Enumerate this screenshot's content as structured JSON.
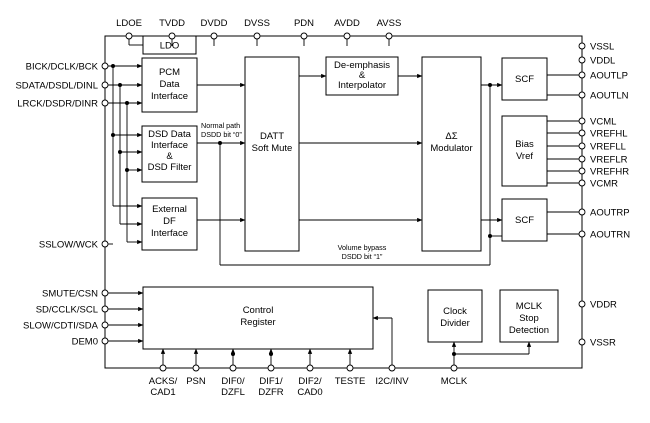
{
  "top_pins": [
    "LDOE",
    "TVDD",
    "DVDD",
    "DVSS",
    "PDN",
    "AVDD",
    "AVSS"
  ],
  "left_pins": [
    "BICK/DCLK/BCK",
    "SDATA/DSDL/DINL",
    "LRCK/DSDR/DINR",
    "SSLOW/WCK",
    "SMUTE/CSN",
    "SD/CCLK/SCL",
    "SLOW/CDTI/SDA",
    "DEM0"
  ],
  "right_pins": [
    "VSSL",
    "VDDL",
    "AOUTLP",
    "AOUTLN",
    "VCML",
    "VREFHL",
    "VREFLL",
    "VREFLR",
    "VREFHR",
    "VCMR",
    "AOUTRP",
    "AOUTRN",
    "VDDR",
    "VSSR"
  ],
  "bottom_pins": [
    {
      "l1": "ACKS/",
      "l2": "CAD1"
    },
    {
      "l1": "PSN",
      "l2": ""
    },
    {
      "l1": "DIF0/",
      "l2": "DZFL"
    },
    {
      "l1": "DIF1/",
      "l2": "DZFR"
    },
    {
      "l1": "DIF2/",
      "l2": "CAD0"
    },
    {
      "l1": "TESTE",
      "l2": ""
    },
    {
      "l1": "I2C/INV",
      "l2": ""
    },
    {
      "l1": "MCLK",
      "l2": ""
    }
  ],
  "blocks": {
    "ldo": "LDO",
    "pcm": [
      "PCM",
      "Data",
      "Interface"
    ],
    "dsd": [
      "DSD Data",
      "Interface",
      "&",
      "DSD Filter"
    ],
    "extdf": [
      "External",
      "DF",
      "Interface"
    ],
    "datt": [
      "DATT",
      "Soft Mute"
    ],
    "deemph": [
      "De-emphasis",
      "&",
      "Interpolator"
    ],
    "modulator": [
      "ΔΣ",
      "Modulator"
    ],
    "scf_top": "SCF",
    "bias": [
      "Bias",
      "Vref"
    ],
    "scf_bottom": "SCF",
    "control": [
      "Control",
      "Register"
    ],
    "clock": [
      "Clock",
      "Divider"
    ],
    "mclk_stop": [
      "MCLK",
      "Stop",
      "Detection"
    ]
  },
  "notes": {
    "normal_path": [
      "Normal path",
      "DSDD bit “0”"
    ],
    "volume_bypass": [
      "Volume bypass",
      "DSDD bit “1”"
    ]
  }
}
